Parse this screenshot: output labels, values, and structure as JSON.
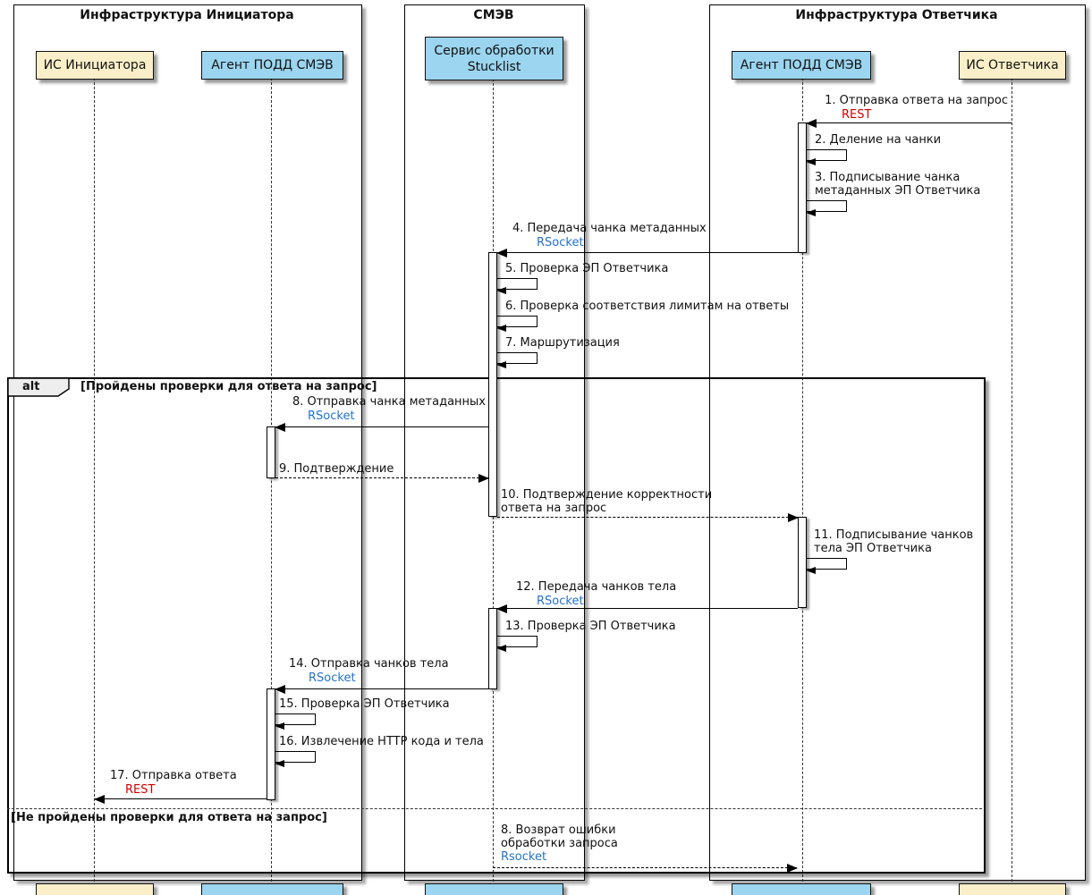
{
  "colors": {
    "participant_yellow": "#FAEFC8",
    "participant_blue": "#9BD5F0",
    "rest_protocol": "#D40000",
    "rsocket_protocol": "#2272CE"
  },
  "boxes": {
    "initiator": "Инфраструктура Инициатора",
    "smev": "СМЭВ",
    "responder": "Инфраструктура Ответчика"
  },
  "participants": {
    "is_initiator": "ИС Инициатора",
    "agent_initiator": "Агент ПОДД СМЭВ",
    "stucklist_line1": "Сервис обработки",
    "stucklist_line2": "Stucklist",
    "agent_responder": "Агент ПОДД СМЭВ",
    "is_responder": "ИС Ответчика"
  },
  "alt": {
    "operator": "alt",
    "guard_success": "[Пройдены проверки для ответа на запрос]",
    "guard_fail": "[Не пройдены проверки для ответа на запрос]"
  },
  "messages": {
    "m1": {
      "text": "1. Отправка ответа на запрос",
      "proto": "REST"
    },
    "m2": {
      "text": "2. Деление на чанки"
    },
    "m3": {
      "line1": "3. Подписывание чанка",
      "line2": "метаданных ЭП Ответчика"
    },
    "m4": {
      "text": "4. Передача чанка метаданных",
      "proto": "RSocket"
    },
    "m5": {
      "text": "5. Проверка ЭП Ответчика"
    },
    "m6": {
      "text": "6. Проверка соответствия лимитам на ответы"
    },
    "m7": {
      "text": "7. Маршрутизация"
    },
    "m8": {
      "text": "8. Отправка чанка метаданных",
      "proto": "RSocket"
    },
    "m9": {
      "text": "9. Подтверждение"
    },
    "m10": {
      "line1": "10. Подтверждение корректности",
      "line2": "ответа на запрос"
    },
    "m11": {
      "line1": "11. Подписывание чанков",
      "line2": "тела ЭП Ответчика"
    },
    "m12": {
      "text": "12. Передача чанков тела",
      "proto": "RSocket"
    },
    "m13": {
      "text": "13. Проверка ЭП Ответчика"
    },
    "m14": {
      "text": "14. Отправка чанков тела",
      "proto": "RSocket"
    },
    "m15": {
      "text": "15. Проверка ЭП Ответчика"
    },
    "m16": {
      "text": "16. Извлечение HTTP кода и тела"
    },
    "m17": {
      "text": "17. Отправка ответа",
      "proto": "REST"
    },
    "m8_error": {
      "line1": "8. Возврат ошибки",
      "line2": "обработки запроса",
      "proto": "Rsocket"
    }
  }
}
